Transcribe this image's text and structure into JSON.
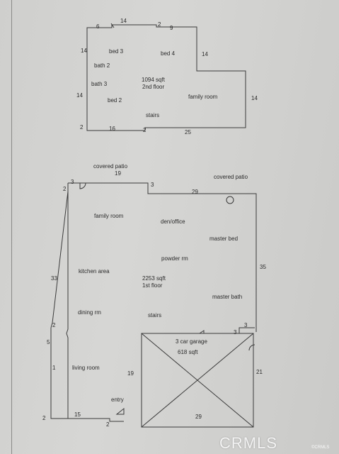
{
  "upper_floor": {
    "rooms": {
      "bed3": "bed 3",
      "bed4": "bed 4",
      "bath2": "bath 2",
      "bath3": "bath 3",
      "bed2": "bed 2",
      "family_room": "family room",
      "stairs": "stairs"
    },
    "area": "1094 sqft",
    "floor": "2nd floor",
    "dims": {
      "top_left_6": "6",
      "top_2a": "2",
      "top_14": "14",
      "top_2b": "2",
      "top_9": "9",
      "left_14a": "14",
      "right_14a": "14",
      "left_14b": "14",
      "right_14b": "14",
      "bottom_2a": "2",
      "bottom_16": "16",
      "bottom_2b": "2",
      "bottom_25": "25"
    }
  },
  "lower_floor": {
    "labels": {
      "covered_patio_left": "covered patio",
      "covered_patio_right": "covered patio",
      "family_room": "family room",
      "den_office": "den/office",
      "master_bed": "master bed",
      "powder_rm": "powder rm",
      "kitchen_area": "kitchen area",
      "master_bath": "master bath",
      "dining_rm": "dining rm",
      "stairs": "stairs",
      "garage": "3 car garage",
      "garage_area": "618 sqft",
      "living_room": "living room",
      "entry": "entry"
    },
    "area": "2253 sqft",
    "floor": "1st floor",
    "dims": {
      "top_3a": "3",
      "top_19": "19",
      "top_2": "2",
      "top_3b": "3",
      "top_29": "29",
      "right_35": "35",
      "left_33": "33",
      "left_2a": "2",
      "left_5": "5",
      "left_1": "1",
      "garage_3a": "3",
      "garage_3b": "3",
      "garage_19": "19",
      "garage_21": "21",
      "garage_29": "29",
      "bottom_2a": "2",
      "bottom_15": "15",
      "bottom_2b": "2"
    }
  },
  "watermark": "CRMLS",
  "copyright": "©CRMLS"
}
